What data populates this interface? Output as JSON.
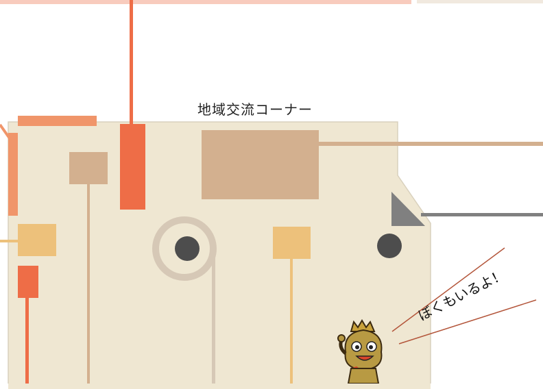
{
  "map": {
    "area_label": "地域交流コーナー",
    "speech_text": "ぼくもいるよ！"
  },
  "colors": {
    "background": "#ffffff",
    "room_floor": "#efe7d2",
    "orange_marker": "#ee6d47",
    "light_orange_marker": "#f0956a",
    "tan_marker": "#d3b08f",
    "yellow_marker": "#edc17b",
    "gray_marker": "#808080",
    "dark_pin": "#4d4d4d",
    "top_band": "#f8cbbd",
    "speech_lines": "#b3553a"
  },
  "icons": [
    "pin-icon",
    "corner-triangle-icon",
    "mascot-character"
  ]
}
